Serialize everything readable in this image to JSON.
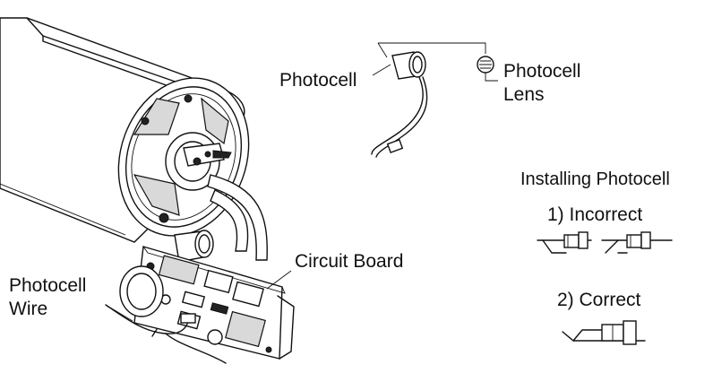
{
  "labels": {
    "photocell": "Photocell",
    "photocell_lens_line1": "Photocell",
    "photocell_lens_line2": "Lens",
    "circuit_board": "Circuit Board",
    "photocell_wire_line1": "Photocell",
    "photocell_wire_line2": "Wire"
  },
  "installing": {
    "title": "Installing Photocell",
    "incorrect": "1) Incorrect",
    "correct": "2) Correct"
  }
}
